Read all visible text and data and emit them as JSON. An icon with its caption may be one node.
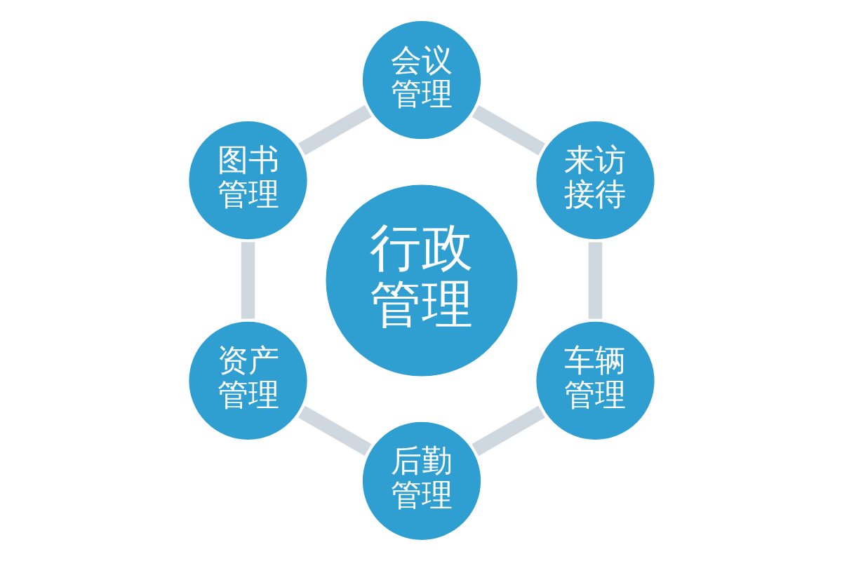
{
  "diagram": {
    "nodes": [
      {
        "text": [
          "行政管理"
        ]
      },
      {
        "text": [
          "来访接待"
        ]
      },
      {
        "text": [
          "会议管理"
        ]
      },
      {
        "text": [
          "图书管理"
        ]
      },
      {
        "text": [
          "资产管理"
        ]
      },
      {
        "text": [
          "后勤管理"
        ]
      },
      {
        "text": [
          "车辆管理"
        ]
      }
    ],
    "edges": [
      {
        "from": 1,
        "to": 2,
        "arrow": "none"
      },
      {
        "from": 2,
        "to": 3,
        "arrow": "none"
      },
      {
        "from": 3,
        "to": 4,
        "arrow": "none"
      },
      {
        "from": 4,
        "to": 5,
        "arrow": "none"
      },
      {
        "from": 5,
        "to": 6,
        "arrow": "none"
      },
      {
        "from": 6,
        "to": 1,
        "arrow": "none"
      }
    ]
  }
}
